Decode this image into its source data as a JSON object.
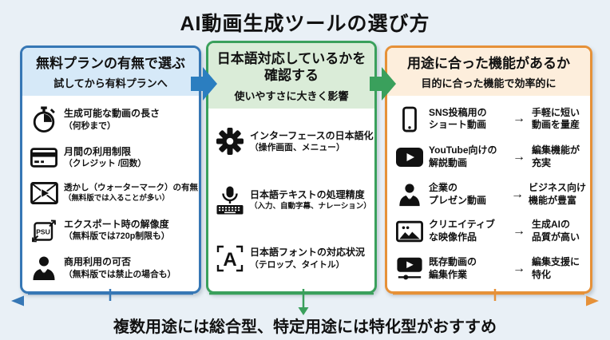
{
  "title": "AI動画生成ツールの選び方",
  "footer": "複数用途には総合型、特定用途には特化型がおすすめ",
  "colors": {
    "background": "#e9f0f6",
    "blue": "#3677b5",
    "blue_light": "#d6e9f8",
    "green": "#3aa05c",
    "green_light": "#daecd8",
    "orange": "#e69138",
    "orange_light": "#fdeedc",
    "icon": "#111111"
  },
  "columns": [
    {
      "id": "free-plan",
      "title": "無料プランの有無で選ぶ",
      "subtitle": "試してから有料プランへ",
      "items": [
        {
          "icon": "stopwatch-icon",
          "line1": "生成可能な動画の長さ",
          "line2": "（何秒まで）"
        },
        {
          "icon": "credit-card-icon",
          "line1": "月間の利用制限",
          "line2": "（クレジット /回数）"
        },
        {
          "icon": "watermark-video-icon",
          "line1": "透かし（ウォーターマーク）の有無",
          "line2": "（無料版では入ることが多い）"
        },
        {
          "icon": "export-resolution-icon",
          "icon_label": "PSU",
          "line1": "エクスポート時の解像度",
          "line2": "（無料版では720p制限も）"
        },
        {
          "icon": "business-person-icon",
          "line1": "商用利用の可否",
          "line2": "（無料版では禁止の場合も）"
        }
      ]
    },
    {
      "id": "japanese-support",
      "title": "日本語対応しているかを",
      "title2": "確認する",
      "subtitle": "使いやすさに大きく影響",
      "items": [
        {
          "icon": "gear-icon",
          "line1": "インターフェースの日本語化",
          "line2": "（操作画面、メニュー）"
        },
        {
          "icon": "mic-keyboard-icon",
          "line1": "日本語テキストの処理精度",
          "line2": "（入力、自動字幕、ナレーション）"
        },
        {
          "icon": "font-a-icon",
          "line1": "日本語フォントの対応状況",
          "line2": "（テロップ、タイトル）"
        }
      ]
    },
    {
      "id": "purpose-features",
      "title": "用途に合った機能があるか",
      "subtitle": "目的に合った機能で効率的に",
      "arrow": "→",
      "items": [
        {
          "icon": "smartphone-icon",
          "use1": "SNS投稿用の",
          "use2": "ショート動画",
          "res1": "手軽に短い",
          "res2": "動画を量産"
        },
        {
          "icon": "youtube-icon",
          "use1": "YouTube向けの",
          "use2": "解説動画",
          "res1": "編集機能が",
          "res2": "充実"
        },
        {
          "icon": "business-person-icon",
          "use1": "企業の",
          "use2": "プレゼン動画",
          "res1": "ビジネス向け",
          "res2": "機能が豊富"
        },
        {
          "icon": "photo-icon",
          "use1": "クリエイティブ",
          "use2": "な映像作品",
          "res1": "生成AIの",
          "res2": "品質が高い"
        },
        {
          "icon": "video-edit-icon",
          "use1": "既存動画の",
          "use2": "編集作業",
          "res1": "編集支援に",
          "res2": "特化"
        }
      ]
    }
  ]
}
